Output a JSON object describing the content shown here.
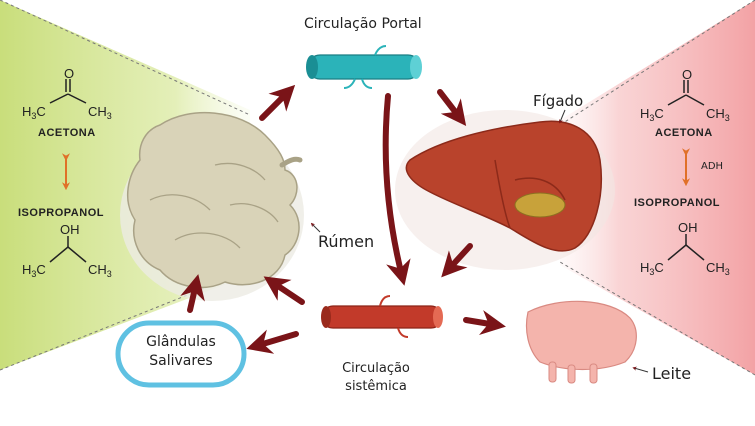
{
  "labels": {
    "portal_circulation": "Circulação Portal",
    "liver": "Fígado",
    "rumen": "Rúmen",
    "salivary_line1": "Glândulas",
    "salivary_line2": "Salivares",
    "systemic_line1": "Circulação",
    "systemic_line2": "sistêmica",
    "milk": "Leite"
  },
  "left_panel": {
    "acetone_label": "ACETONA",
    "isopropanol_label": "ISOPROPANOL",
    "atom_O": "O",
    "atom_OH": "OH",
    "atom_H3C": "H",
    "atom_CH3": "CH",
    "sub_3": "3"
  },
  "right_panel": {
    "acetone_label": "ACETONA",
    "isopropanol_label": "ISOPROPANOL",
    "enzyme_label": "ADH",
    "atom_O": "O",
    "atom_OH": "OH",
    "atom_H3C": "H",
    "atom_CH3": "CH",
    "sub_3": "3"
  },
  "colors": {
    "arrow": "#7a1418",
    "left_wash": "#c9df7a",
    "right_wash": "#f3a3a6",
    "portal_vein": "#2bb3b9",
    "systemic_vein": "#c23a2a",
    "liver": "#b9432c",
    "rumen": "#dcd6be",
    "salivary_ring": "#5fc1e2",
    "udder": "#f4b4ac",
    "equilibrium_arrow": "#e07028"
  }
}
